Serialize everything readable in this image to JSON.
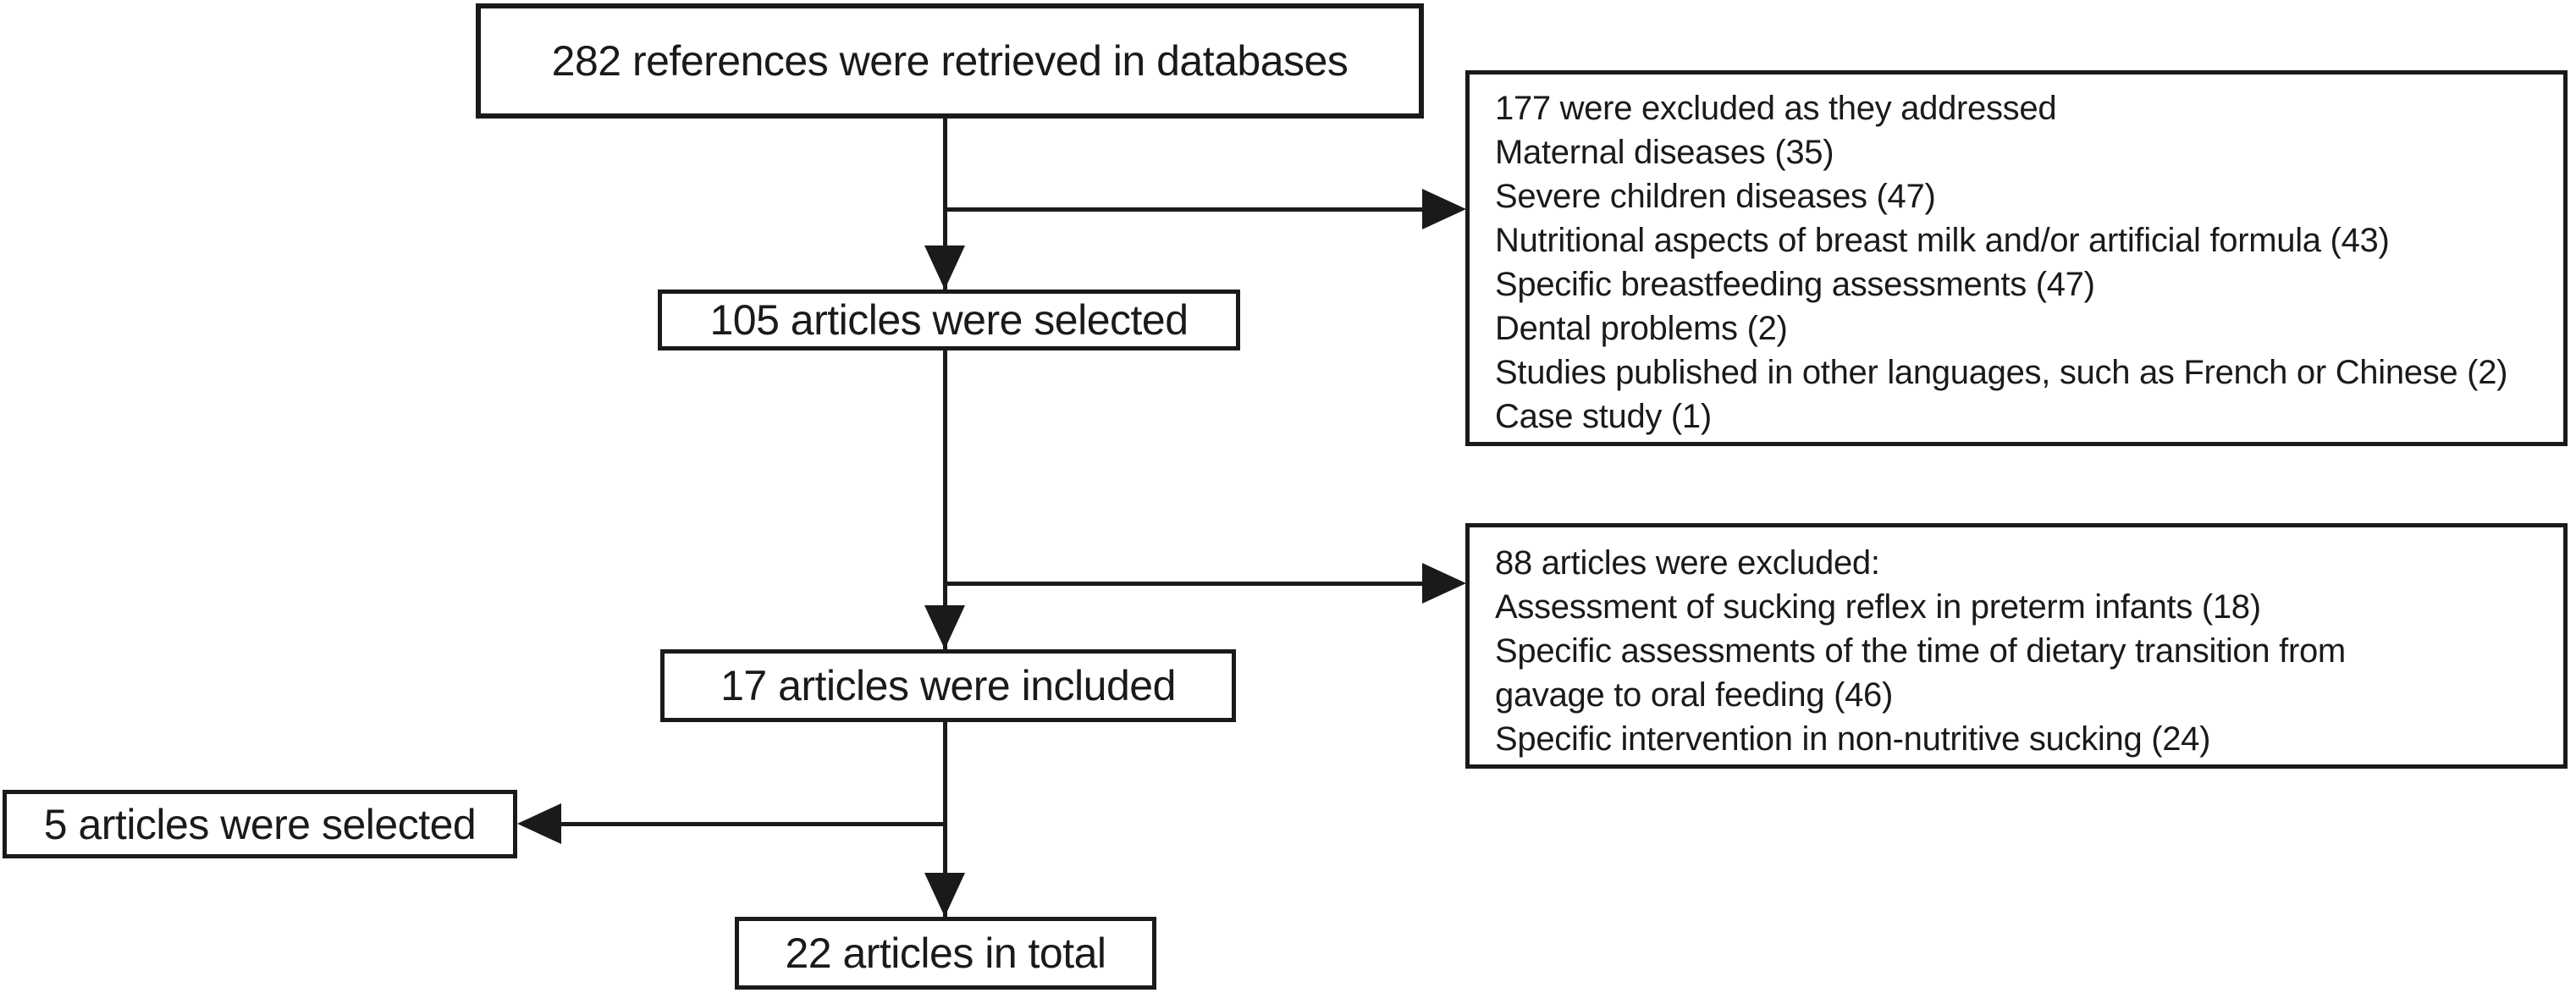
{
  "diagram_type": "article-selection-flowchart",
  "colors": {
    "ink": "#1a1a1a",
    "background": "#ffffff"
  },
  "nodes": {
    "retrieved": {
      "label": "282 references were retrieved in databases"
    },
    "selected105": {
      "label": "105 articles were selected"
    },
    "included17": {
      "label": "17 articles were included"
    },
    "selected5": {
      "label": "5 articles were selected"
    },
    "total22": {
      "label": "22 articles in total"
    },
    "excluded_stage1": {
      "lines": [
        "177 were excluded as they addressed",
        "Maternal diseases (35)",
        "Severe children diseases (47)",
        "Nutritional aspects of breast milk and/or artificial formula (43)",
        "Specific breastfeeding assessments (47)",
        "Dental problems (2)",
        "Studies published in other languages, such as French or Chinese (2)",
        "Case study (1)"
      ]
    },
    "excluded_stage2": {
      "lines": [
        "88 articles were excluded:",
        "Assessment of sucking reflex in preterm infants (18)",
        "Specific assessments of the time of dietary transition from",
        "gavage to oral feeding (46)",
        "Specific intervention in non-nutritive sucking (24)"
      ]
    }
  }
}
